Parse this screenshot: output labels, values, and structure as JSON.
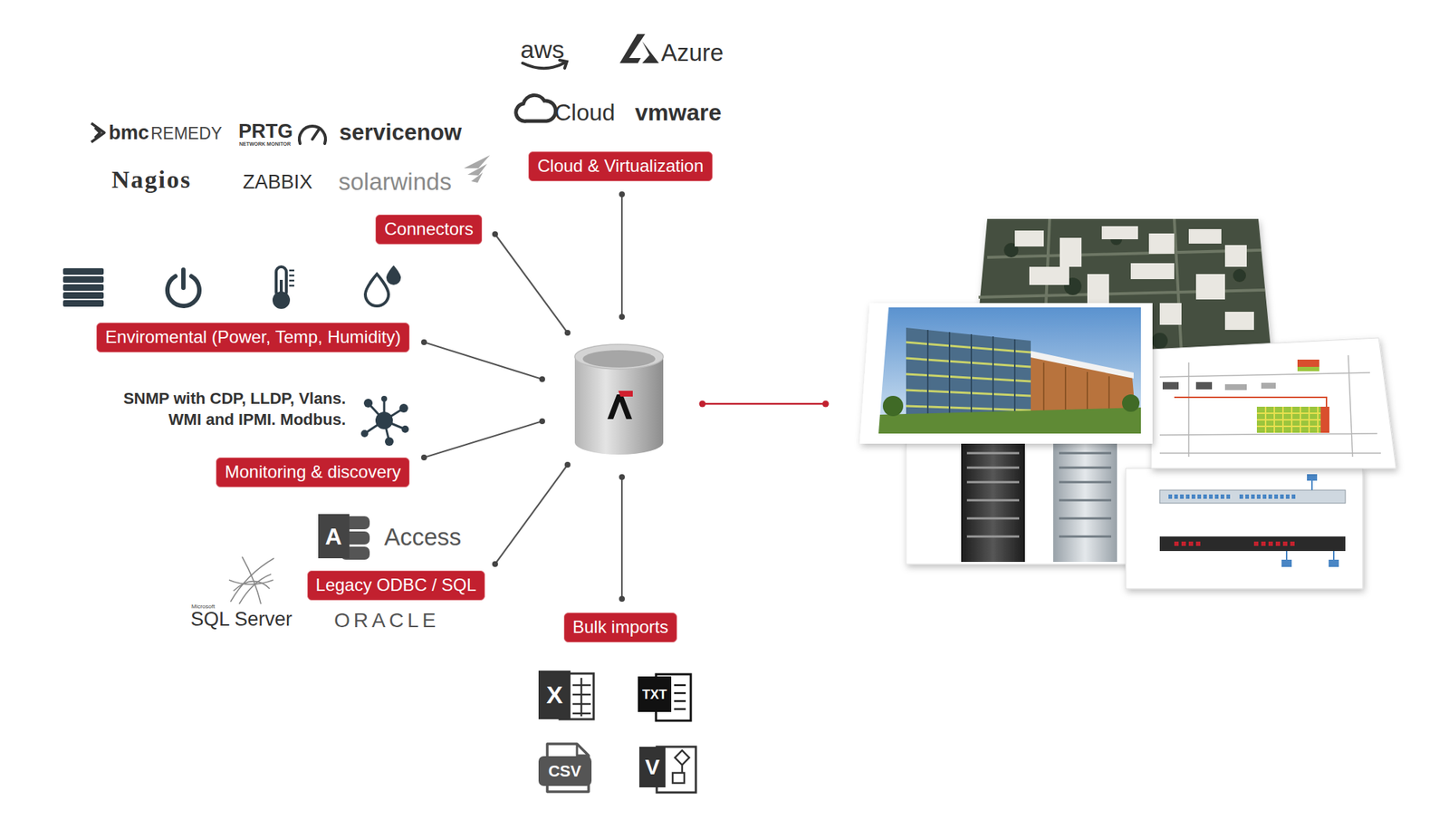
{
  "diagram": {
    "nodes": [
      {
        "text": [
          "Cloud & Virtualization"
        ]
      },
      {
        "text": [
          "Connectors"
        ]
      },
      {
        "text": [
          "Enviromental (Power, Temp, Humidity)"
        ]
      },
      {
        "text": [
          "Monitoring & discovery"
        ]
      },
      {
        "text": [
          "Legacy ODBC / SQL"
        ]
      },
      {
        "text": [
          "Bulk imports"
        ]
      }
    ],
    "labels": [
      "aws",
      "Azure",
      "Cloud",
      "vmware",
      "bmc",
      "REMEDY",
      "PRTG",
      "NETWORK MONITOR",
      "servicenow",
      "Nagios",
      "ZABBIX",
      "solarwinds",
      "SNMP with CDP, LLDP, Vlans. WMI and IPMI. Modbus.",
      "A",
      "Access",
      "Microsoft",
      "SQL Server",
      "ORACLE",
      "X",
      "TXT",
      "CSV",
      "V"
    ]
  }
}
